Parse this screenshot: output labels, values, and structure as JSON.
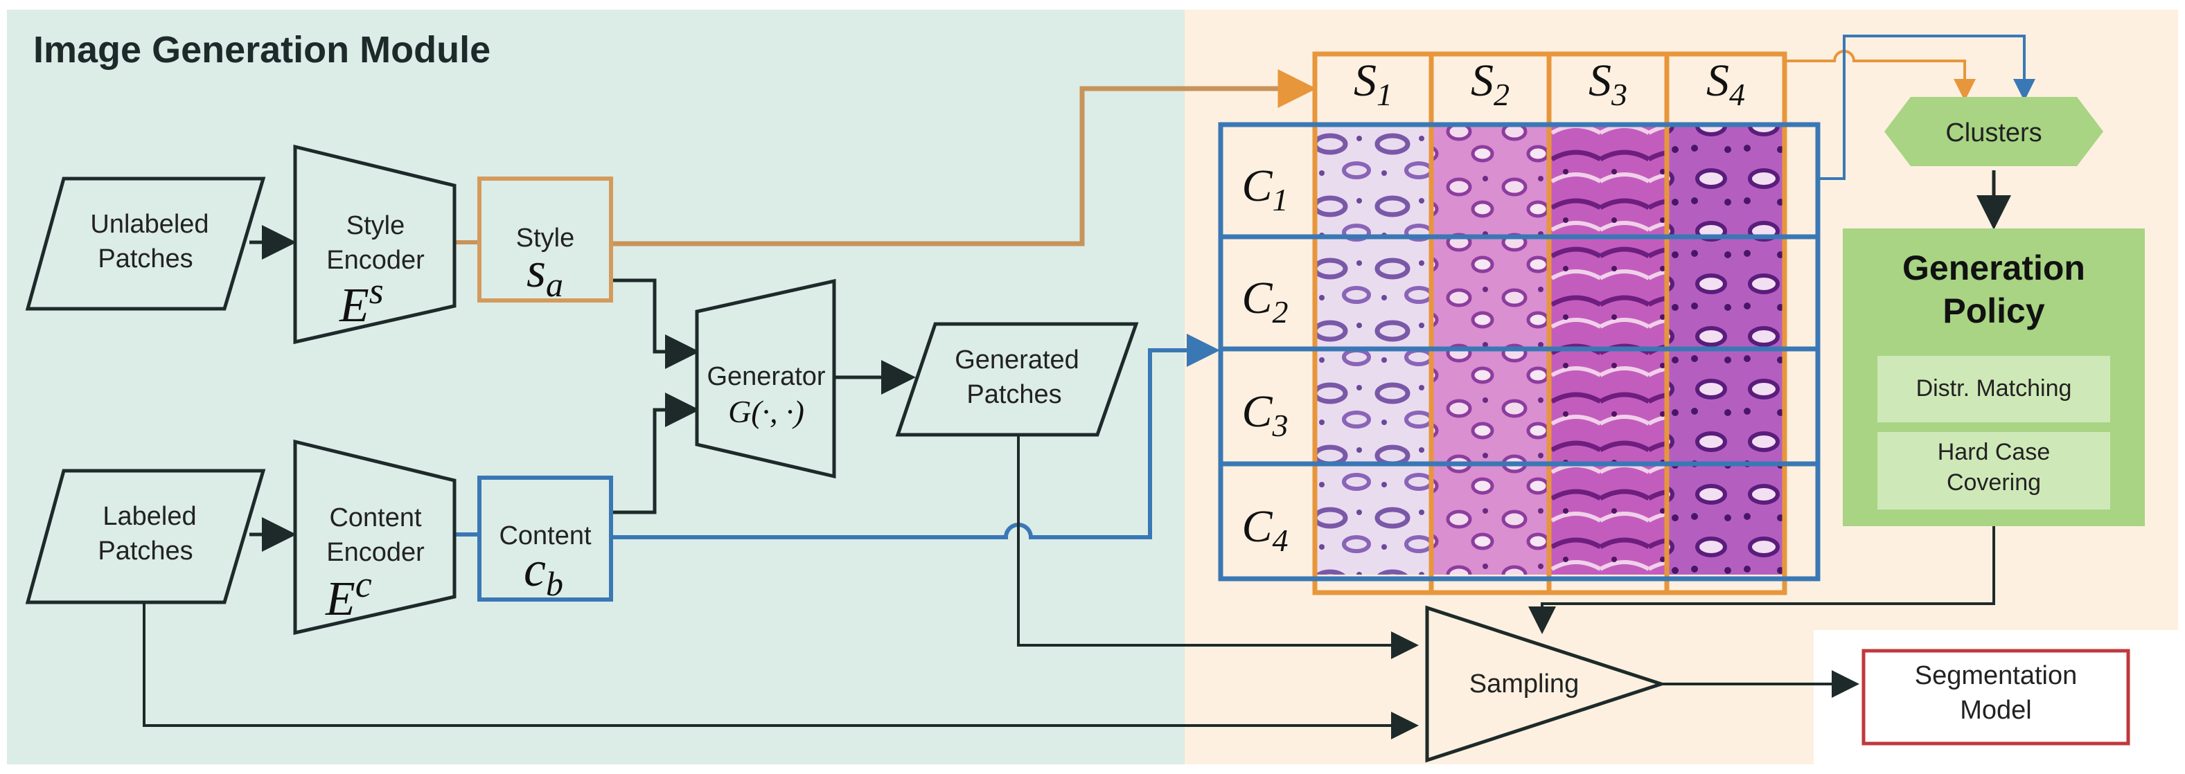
{
  "title": "Image Generation Module",
  "inputs": {
    "unlabeled": [
      "Unlabeled",
      "Patches"
    ],
    "labeled": [
      "Labeled",
      "Patches"
    ]
  },
  "encoders": {
    "style": {
      "lines": [
        "Style",
        "Encoder"
      ],
      "symbol": "E",
      "sup": "s"
    },
    "content": {
      "lines": [
        "Content",
        "Encoder"
      ],
      "symbol": "E",
      "sup": "c"
    }
  },
  "codes": {
    "style": {
      "label": "Style",
      "symbol": "s",
      "sub": "a"
    },
    "content": {
      "label": "Content",
      "symbol": "c",
      "sub": "b"
    }
  },
  "generator": {
    "label": "Generator",
    "formula": "G(·, ·)"
  },
  "generated": [
    "Generated",
    "Patches"
  ],
  "grid": {
    "style_heads": [
      {
        "sym": "S",
        "sub": "1"
      },
      {
        "sym": "S",
        "sub": "2"
      },
      {
        "sym": "S",
        "sub": "3"
      },
      {
        "sym": "S",
        "sub": "4"
      }
    ],
    "content_heads": [
      {
        "sym": "C",
        "sub": "1"
      },
      {
        "sym": "C",
        "sub": "2"
      },
      {
        "sym": "C",
        "sub": "3"
      },
      {
        "sym": "C",
        "sub": "4"
      }
    ]
  },
  "clusters": "Clusters",
  "policy": {
    "title": [
      "Generation",
      "Policy"
    ],
    "items": [
      [
        "Distr. Matching"
      ],
      [
        "Hard Case",
        "Covering"
      ]
    ]
  },
  "sampling": "Sampling",
  "segmentation": [
    "Segmentation",
    "Model"
  ],
  "colors": {
    "module_bg": "#dcece7",
    "right_bg": "#fdf0e0",
    "orange": "#e8963c",
    "blue": "#3a78b5",
    "dark": "#1e2a2a",
    "green_dark": "#a8d483",
    "green_light": "#cfe8b8",
    "red": "#c0393b"
  }
}
